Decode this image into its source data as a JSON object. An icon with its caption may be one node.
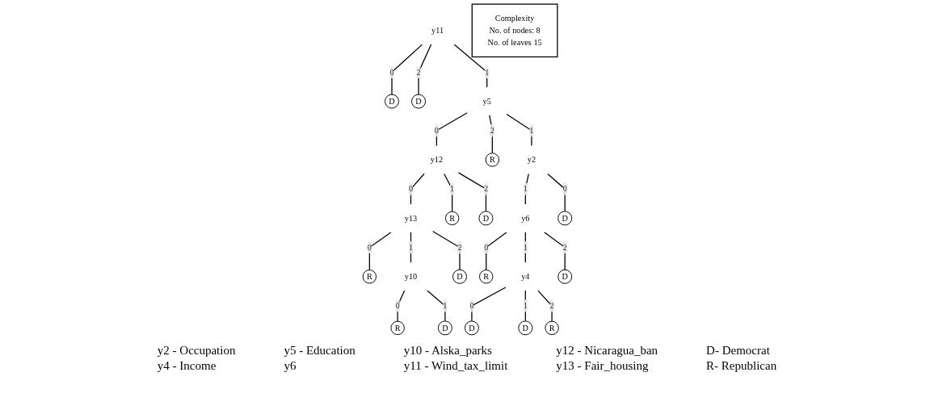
{
  "diagram": {
    "nodes": [
      {
        "text": [
          "y11"
        ]
      },
      {
        "text": [
          "D"
        ]
      },
      {
        "text": [
          "D"
        ]
      },
      {
        "text": [
          "y5"
        ]
      },
      {
        "text": [
          "y12"
        ]
      },
      {
        "text": [
          "R"
        ]
      },
      {
        "text": [
          "y2"
        ]
      },
      {
        "text": [
          "y13"
        ]
      },
      {
        "text": [
          "R"
        ]
      },
      {
        "text": [
          "D"
        ]
      },
      {
        "text": [
          "y6"
        ]
      },
      {
        "text": [
          "D"
        ]
      },
      {
        "text": [
          "R"
        ]
      },
      {
        "text": [
          "y10"
        ]
      },
      {
        "text": [
          "D"
        ]
      },
      {
        "text": [
          "R"
        ]
      },
      {
        "text": [
          "y4"
        ]
      },
      {
        "text": [
          "D"
        ]
      },
      {
        "text": [
          "R"
        ]
      },
      {
        "text": [
          "D"
        ]
      },
      {
        "text": [
          "D"
        ]
      },
      {
        "text": [
          "D"
        ]
      },
      {
        "text": [
          "R"
        ]
      },
      {
        "text": [
          "Complexity",
          "No. of nodes: 8",
          "No. of leaves 15"
        ]
      }
    ],
    "edges": [
      {
        "from": 0,
        "to": 1,
        "arrow": "none",
        "label": "0"
      },
      {
        "from": 0,
        "to": 3,
        "arrow": "none",
        "label": "1"
      },
      {
        "from": 0,
        "to": 2,
        "arrow": "none",
        "label": "2"
      },
      {
        "from": 3,
        "to": 4,
        "arrow": "none",
        "label": "0"
      },
      {
        "from": 3,
        "to": 5,
        "arrow": "none",
        "label": "2"
      },
      {
        "from": 3,
        "to": 6,
        "arrow": "none",
        "label": "1"
      },
      {
        "from": 4,
        "to": 7,
        "arrow": "none",
        "label": "0"
      },
      {
        "from": 4,
        "to": 8,
        "arrow": "none",
        "label": "1"
      },
      {
        "from": 4,
        "to": 9,
        "arrow": "none",
        "label": "2"
      },
      {
        "from": 6,
        "to": 10,
        "arrow": "none",
        "label": "1"
      },
      {
        "from": 6,
        "to": 11,
        "arrow": "none",
        "label": "0"
      },
      {
        "from": 7,
        "to": 12,
        "arrow": "none",
        "label": "0"
      },
      {
        "from": 7,
        "to": 13,
        "arrow": "none",
        "label": "1"
      },
      {
        "from": 7,
        "to": 14,
        "arrow": "none",
        "label": "2"
      },
      {
        "from": 10,
        "to": 15,
        "arrow": "none",
        "label": "0"
      },
      {
        "from": 10,
        "to": 16,
        "arrow": "none",
        "label": "1"
      },
      {
        "from": 10,
        "to": 17,
        "arrow": "none",
        "label": "2"
      },
      {
        "from": 13,
        "to": 18,
        "arrow": "none",
        "label": "0"
      },
      {
        "from": 13,
        "to": 19,
        "arrow": "none",
        "label": "1"
      },
      {
        "from": 16,
        "to": 20,
        "arrow": "none",
        "label": "0"
      },
      {
        "from": 16,
        "to": 21,
        "arrow": "none",
        "label": "1"
      },
      {
        "from": 16,
        "to": 22,
        "arrow": "none",
        "label": "2"
      }
    ],
    "labels": [
      "y2 - Occupation",
      "y5 - Education",
      "y10 - Alska_parks",
      "y12 - Nicaragua_ban",
      "D- Democrat",
      "y4 - Income",
      "y6",
      "y11 - Wind_tax_limit",
      "y13 - Fair_housing",
      "R- Republican"
    ]
  }
}
